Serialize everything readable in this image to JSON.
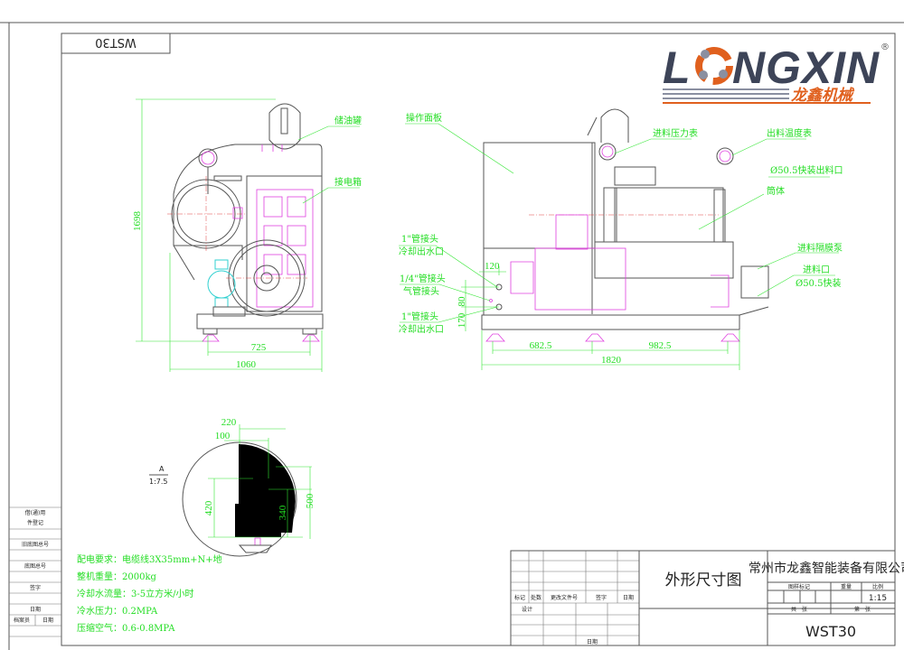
{
  "header": {
    "drawing_no_mirrored": "WST30"
  },
  "logo": {
    "brand_left": "L",
    "brand_right": "NGXIN",
    "registered": "®",
    "chinese": "龙鑫机械",
    "color_dark": "#3d4458",
    "color_accent": "#e0601e"
  },
  "side_view": {
    "labels": {
      "oil_tank": "储油罐",
      "electric_box": "接电箱"
    },
    "dims": {
      "height": "1698",
      "foot_span": "725",
      "width": "1060"
    }
  },
  "front_view": {
    "labels": {
      "control_panel": "操作面板",
      "inlet_pressure_gauge": "进料压力表",
      "outlet_temp_gauge": "出料温度表",
      "outlet_port": "Ø50.5快装出料口",
      "barrel": "筒体",
      "diaphragm_pump": "进料隔膜泵",
      "inlet_port": "进料口",
      "inlet_clamp": "Ø50.5快装",
      "pipe1_top": "1\"管接头",
      "pipe1_top_desc": "冷却出水口",
      "air_pipe": "1/4\"管接头",
      "air_pipe_desc": "气管接头",
      "pipe1_bottom": "1\"管接头",
      "pipe1_bottom_desc": "冷却出水口"
    },
    "dims": {
      "d120": "120",
      "d80": "80",
      "d170": "170",
      "left_span": "682.5",
      "right_span": "982.5",
      "length": "1820"
    }
  },
  "detail": {
    "name": "A",
    "scale": "1:7.5",
    "dims": {
      "d220": "220",
      "d100": "100",
      "d420": "420",
      "d340": "340",
      "d500": "500"
    }
  },
  "notes": [
    "配电要求：电缆线3X35mm+N+地",
    "整机重量：2000kg",
    "冷却水流量：3-5立方米/小时",
    "冷水压力：0.2MPA",
    "压缩空气：0.6-0.8MPA"
  ],
  "left_strip": [
    "借(通)用",
    "件登记",
    "旧底图总号",
    "底图总号",
    "签字",
    "日期",
    "档案员",
    "日期"
  ],
  "title_block": {
    "rev_headers": [
      "标记",
      "处数",
      "更改文件号",
      "签字",
      "日期"
    ],
    "design": "设计",
    "date": "日期",
    "drawing_title": "外形尺寸图",
    "company": "常州市龙鑫智能装备有限公司",
    "mark_label": "图样标记",
    "weight_label": "重量",
    "scale_label": "比例",
    "scale_value": "1:15",
    "total_sheets": "共　张",
    "sheet_no": "第　张",
    "drawing_no": "WST30"
  }
}
